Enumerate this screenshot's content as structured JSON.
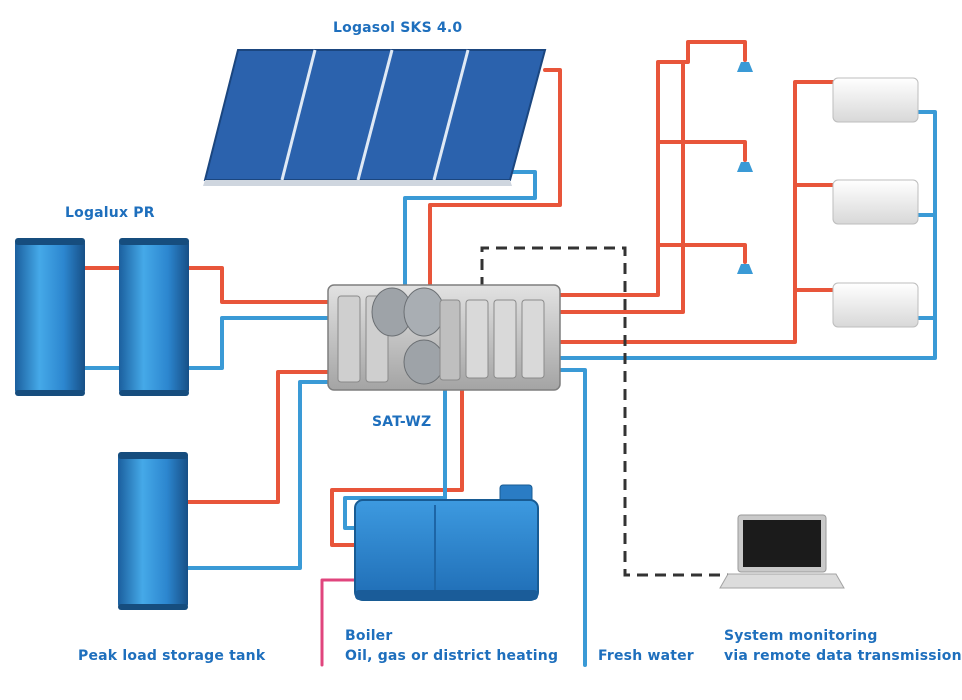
{
  "labels": {
    "collector": "Logasol SKS 4.0",
    "solar_tanks": "Logalux PR",
    "controller": "SAT-WZ",
    "peak_tank": "Peak load storage tank",
    "boiler_line1": "Boiler",
    "boiler_line2": "Oil, gas or district heating",
    "fresh_water": "Fresh water",
    "monitoring_line1": "System monitoring",
    "monitoring_line2": "via remote data transmission"
  },
  "colors": {
    "hot_pipe": "#e8553a",
    "cold_pipe": "#3a9ad6",
    "gas_pipe": "#e0457d",
    "label_text": "#1e6fbd",
    "tank": "#2f8fd3",
    "collector_panel": "#2b62ad",
    "boiler": "#2f86d2",
    "data_link": "#333333"
  },
  "icons": [
    "shower-head-icon",
    "radiator-icon",
    "laptop-icon",
    "solar-panel-icon",
    "storage-tank-icon",
    "boiler-icon"
  ]
}
